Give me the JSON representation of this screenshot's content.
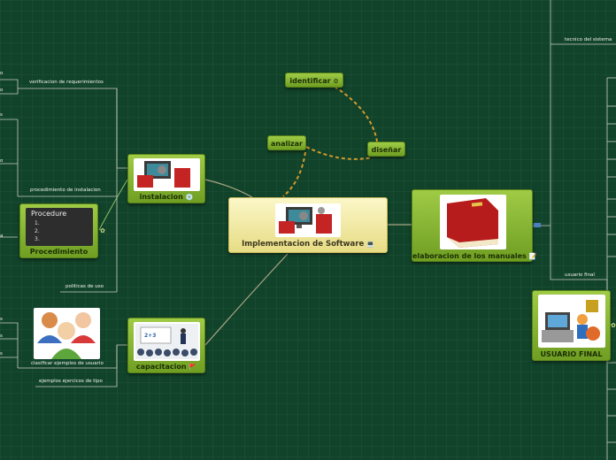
{
  "central": {
    "label": "Implementacion de Software",
    "icon": "laptop-icon"
  },
  "topics": {
    "identificar": "identificar",
    "analizar": "analizar",
    "disenar": "diseñar",
    "instalacion": "instalacion",
    "capacitacion": "capacitacion",
    "elaboracion": "elaboracion de los manuales",
    "procedimiento": "Procedimiento",
    "usuario_final": "USUARIO FINAL"
  },
  "branches": {
    "verificacion": "verificacion de requerimientos",
    "procedimientos_instalacion": "procedimiento de instalacion",
    "politicas": "politicas de uso",
    "clasificar": "clasificar ejemplos de usuario",
    "ejemplos": "ejemplos ejercicos de tipo",
    "tecnico": "tecnico del sistema",
    "usuario_final_branch": "usuario final"
  },
  "board": {
    "title": "Procedure",
    "items": [
      "1.",
      "2.",
      "3."
    ]
  },
  "cut_off_labels": [
    "o",
    "o",
    "s",
    "o",
    "a",
    "s",
    "s",
    "s"
  ],
  "colors": {
    "background": "#11432a",
    "topic_green": "#8fbb3a",
    "central_fill": "#f6efb2",
    "connector_dashed": "#d39a2a",
    "connector_solid": "#a9a684"
  }
}
